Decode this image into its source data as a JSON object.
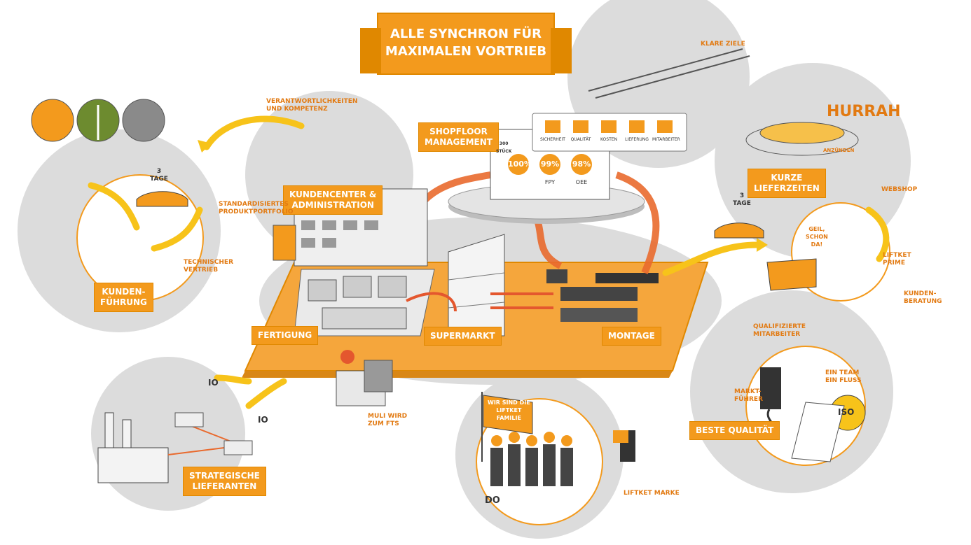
{
  "title": {
    "line1": "ALLE SYNCHRON FÜR",
    "line2": "MAXIMALEN VORTRIEB"
  },
  "labels": {
    "shopfloor": "SHOPFLOOR\nMANAGEMENT",
    "kundencenter": "KUNDENCENTER &\nADMINISTRATION",
    "kundenfuehrung": "KUNDEN-\nFÜHRUNG",
    "fertigung": "FERTIGUNG",
    "supermarkt": "SUPERMARKT",
    "montage": "MONTAGE",
    "kurze_lieferzeiten": "KURZE\nLIEFERZEITEN",
    "beste_qualitaet": "BESTE QUALITÄT",
    "strategische_lieferanten": "STRATEGISCHE\nLIEFERANTEN"
  },
  "notes": {
    "verantwortung": "VERANTWORTLICHKEITEN\nUND KOMPETENZ",
    "klare_ziele": "KLARE ZIELE",
    "standardisiertes": "STANDARDISIERTES\nPRODUKTPORTFOLIO",
    "technischer_vertrieb": "TECHNISCHER\nVERTRIEB",
    "webshop": "WEBSHOP",
    "liftket_prime": "LIFTKET\nPRIME",
    "kundenberatung": "KUNDEN-\nBERATUNG",
    "qualifizierte": "QUALIFIZIERTE\nMITARBEITER",
    "ein_team": "EIN TEAM\nEIN FLUSS",
    "marktfuehrer": "MARKT-\nFÜHRER",
    "muli": "MULI WIRD\nZUM FTS",
    "liftket_marke": "LIFTKET MARKE",
    "hurrah": "HURRAH",
    "geil": "GEIL,\nSCHON\nDA!",
    "anzuenden": "ANZÜNDEN",
    "io1": "iO",
    "io2": "iO",
    "tage_left": "3\nTAGE",
    "tage_right": "3\nTAGE",
    "iso": "ISO",
    "do": "DO",
    "familie": "WIR SIND DIE\nLIFTKET\nFAMILIE",
    "stueck": "300\nSTÜCK"
  },
  "kpi_icons": [
    "SICHERHEIT",
    "QUALITÄT",
    "KOSTEN",
    "LIEFERUNG",
    "MITARBEITER"
  ],
  "kpi_circles": [
    {
      "value": "100%",
      "caption": ""
    },
    {
      "value": "99%",
      "caption": "FPY"
    },
    {
      "value": "98%",
      "caption": "OEE"
    }
  ],
  "colors": {
    "accent": "#f39a1d",
    "bubble": "#d8d8d8",
    "ink": "#333333",
    "red": "#e4572e"
  }
}
